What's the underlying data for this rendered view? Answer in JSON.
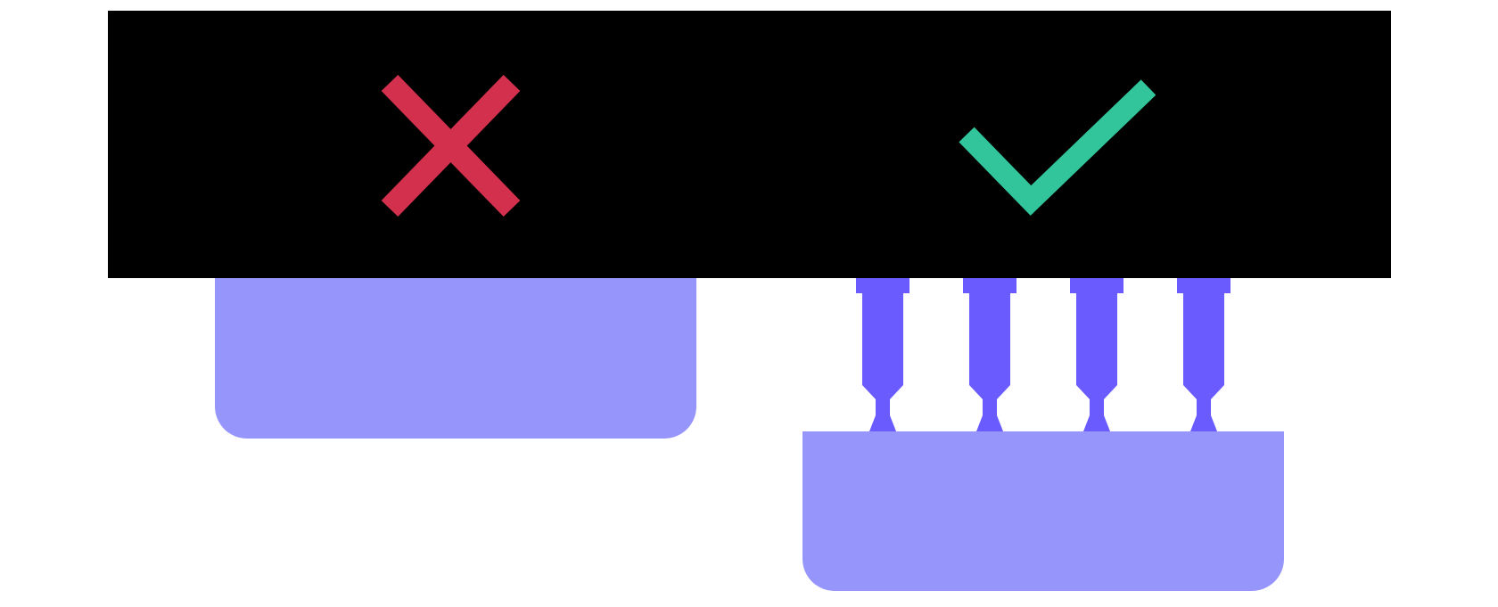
{
  "colors": {
    "background": "#ffffff",
    "banner": "#000000",
    "wrong_mark": "#d3304e",
    "right_mark": "#32c59b",
    "panel": "#9595fb",
    "connector": "#6a5bff"
  },
  "icons": {
    "wrong": "cross-icon",
    "right": "check-icon"
  },
  "diagram": {
    "left": {
      "verdict": "wrong",
      "panel_attachment": "flush"
    },
    "right": {
      "verdict": "right",
      "panel_attachment": "connectors",
      "connector_count": 4
    }
  }
}
